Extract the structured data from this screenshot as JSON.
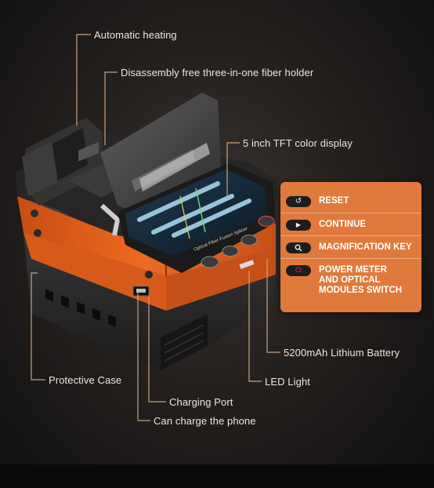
{
  "callouts": {
    "automatic_heating": "Automatic heating",
    "fiber_holder": "Disassembly free three-in-one fiber holder",
    "tft_display": "5 inch TFT color display",
    "battery": "5200mAh Lithium Battery",
    "led_light": "LED Light",
    "protective_case": "Protective Case",
    "charging_port": "Charging Port",
    "charge_phone": "Can charge the phone"
  },
  "keys": [
    {
      "icon": "reset-icon",
      "symbol": "↺",
      "label": "RESET"
    },
    {
      "icon": "play-icon",
      "symbol": "▶",
      "label": "CONTINUE"
    },
    {
      "icon": "magnifier-icon",
      "symbol": "🔍",
      "label": "MAGNIFICATION KEY"
    },
    {
      "icon": "power-icon",
      "symbol": "⏻",
      "label_lines": [
        "POWER METER",
        "AND OPTICAL",
        "MODULES SWITCH"
      ]
    }
  ],
  "screen_text": "Optical Fiber Fusion Splicer",
  "colors": {
    "accent_orange": "#e07a3c",
    "device_orange": "#e0601e",
    "callout_line": "#c9a27a",
    "body_dark": "#2a2a2a"
  }
}
